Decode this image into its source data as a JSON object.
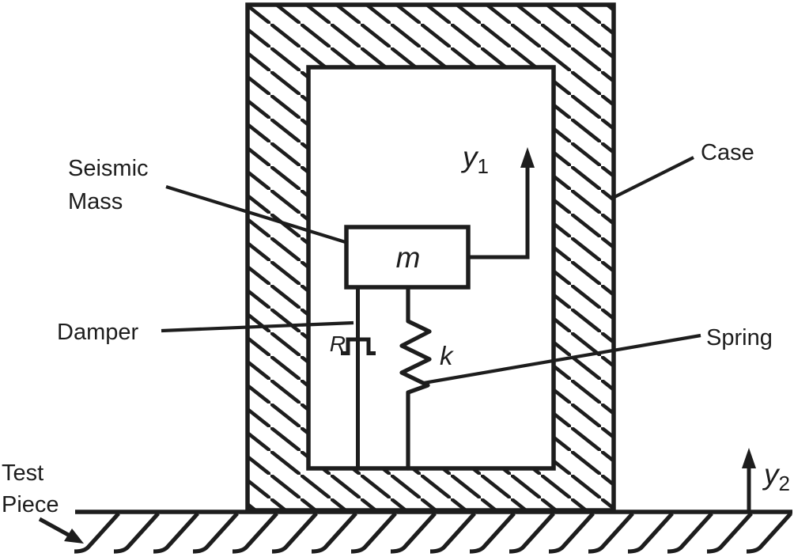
{
  "figure": {
    "colors": {
      "ink": "#1d1d1d",
      "background": "#ffffff"
    },
    "labels": {
      "seismic_mass": {
        "line1": "Seismic",
        "line2": "Mass"
      },
      "damper": "Damper",
      "case": "Case",
      "spring": "Spring",
      "test_piece": {
        "line1": "Test",
        "line2": "Piece"
      },
      "mass_symbol": "m",
      "spring_symbol": "k",
      "damper_symbol": "R",
      "y1": {
        "base": "y",
        "sub": "1"
      },
      "y2": {
        "base": "y",
        "sub": "2"
      }
    }
  }
}
